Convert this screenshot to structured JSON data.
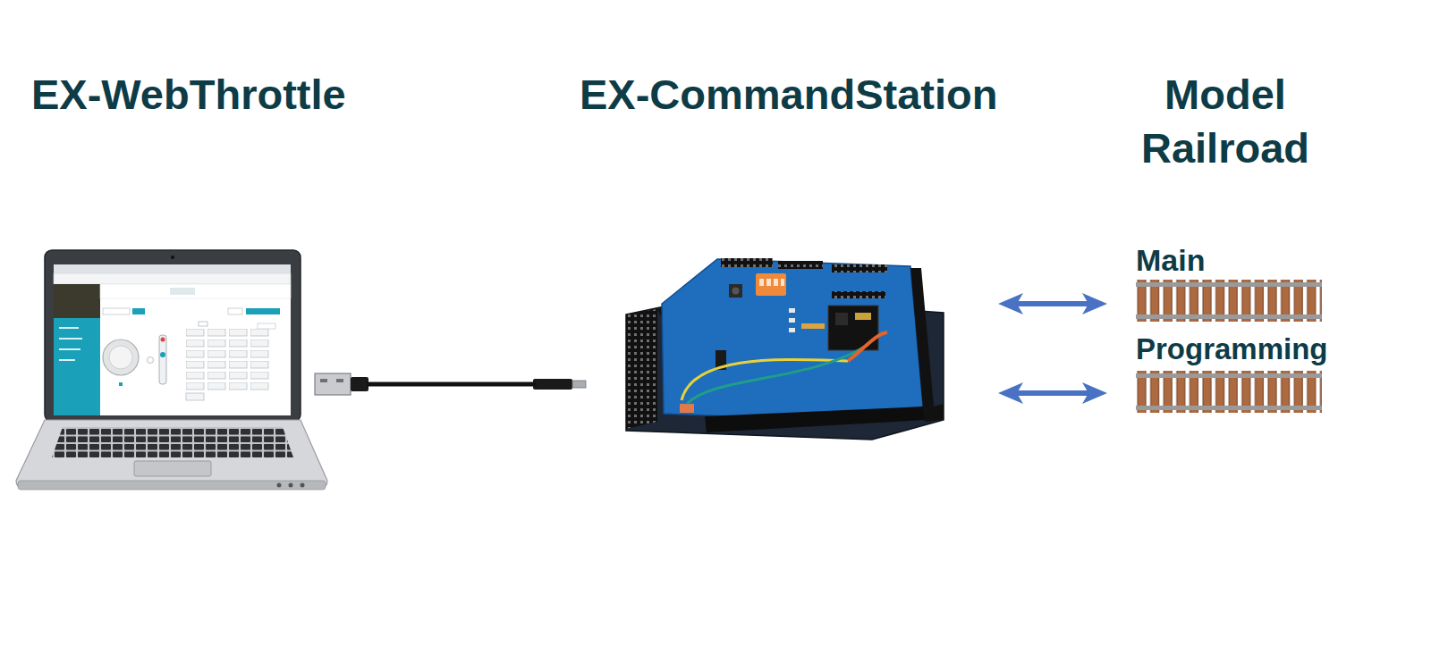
{
  "diagram": {
    "nodes": [
      {
        "text": [
          "EX-WebThrottle"
        ]
      },
      {
        "text": [
          "EX-CommandStation"
        ]
      },
      {
        "text": [
          "Model Railroad"
        ]
      },
      {
        "text": [
          "Main"
        ],
        "in": 2
      },
      {
        "text": [
          "Programming"
        ],
        "in": 2
      }
    ],
    "edges": [
      {
        "from": 0,
        "to": 1,
        "arrow": "none"
      },
      {
        "from": 1,
        "to": 3,
        "arrow": "both"
      },
      {
        "from": 1,
        "to": 4,
        "arrow": "both"
      }
    ]
  }
}
